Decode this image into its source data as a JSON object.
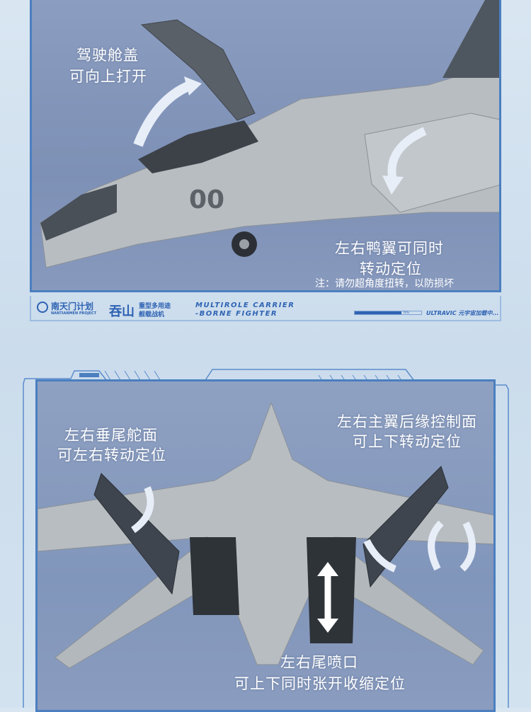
{
  "top_panel": {
    "canopy_caption": [
      "驾驶舱盖",
      "可向上打开"
    ],
    "canard_caption": [
      "左右鸭翼可同时",
      "转动定位"
    ],
    "warning_note": "注：请勿超角度扭转，以防损坏",
    "aircraft_number": "00"
  },
  "footer": {
    "brand_cn": "南天门计划",
    "brand_en": "NANTIANMEN PROJECT",
    "model_name": "吞山",
    "model_type": [
      "重型多用途",
      "舰载战机"
    ],
    "model_desc": [
      "MULTIROLE CARRIER",
      "-BORNE FIGHTER"
    ],
    "progress_percent": 70,
    "progress_label": "70%",
    "status_text": "ULTRAVIC 元宇宙加载中..."
  },
  "bottom_panel": {
    "tail_caption": [
      "左右垂尾舵面",
      "可左右转动定位"
    ],
    "flap_caption": [
      "左右主翼后缘控制面",
      "可上下转动定位"
    ],
    "nozzle_caption": [
      "左右尾喷口",
      "可上下同时张开收缩定位"
    ]
  },
  "colors": {
    "accent": "#2f63b3",
    "frame": "#4b7fc0",
    "panel": "#8196bb",
    "jet": "#b7bcc0"
  }
}
